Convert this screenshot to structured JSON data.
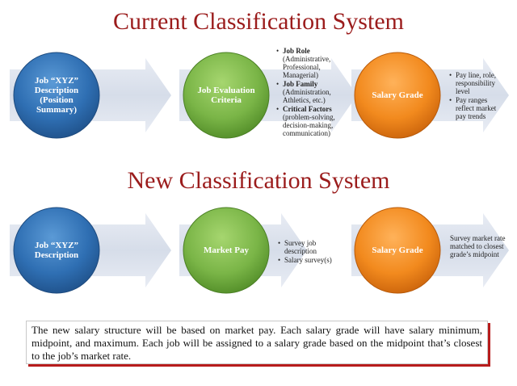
{
  "titles": {
    "current": "Current Classification System",
    "new": "New Classification System"
  },
  "current": {
    "job_description": "Job “XYZ” Description (Position Summary)",
    "evaluation": "Job Evaluation Criteria",
    "evaluation_items": [
      {
        "term": "Job Role",
        "detail": "(Administrative, Professional, Managerial)"
      },
      {
        "term": "Job Family",
        "detail": "(Administration, Athletics, etc.)"
      },
      {
        "term": "Critical Factors",
        "detail": "(problem-solving, decision-making, communication)"
      }
    ],
    "salary_grade": "Salary Grade",
    "salary_items": [
      "Pay line, role, responsibility level",
      "Pay ranges reflect market pay trends"
    ]
  },
  "new": {
    "job_description": "Job “XYZ” Description",
    "market_pay": "Market Pay",
    "market_items": [
      "Survey job description",
      "Salary survey(s)"
    ],
    "salary_grade": "Salary Grade",
    "salary_note": "Survey market rate matched to closest grade’s midpoint"
  },
  "note": "The new salary structure will be based on market pay. Each salary grade will have salary minimum, midpoint, and maximum. Each job will be assigned to a salary grade based on the midpoint that’s closest to the job’s market rate.",
  "colors": {
    "title": "#9b1c1c",
    "blue_circle": "#2f6fb3",
    "green_circle": "#7ab547",
    "orange_circle": "#f28a1e",
    "arrow": "#dde3ee",
    "note_shadow": "#b71c1c"
  }
}
